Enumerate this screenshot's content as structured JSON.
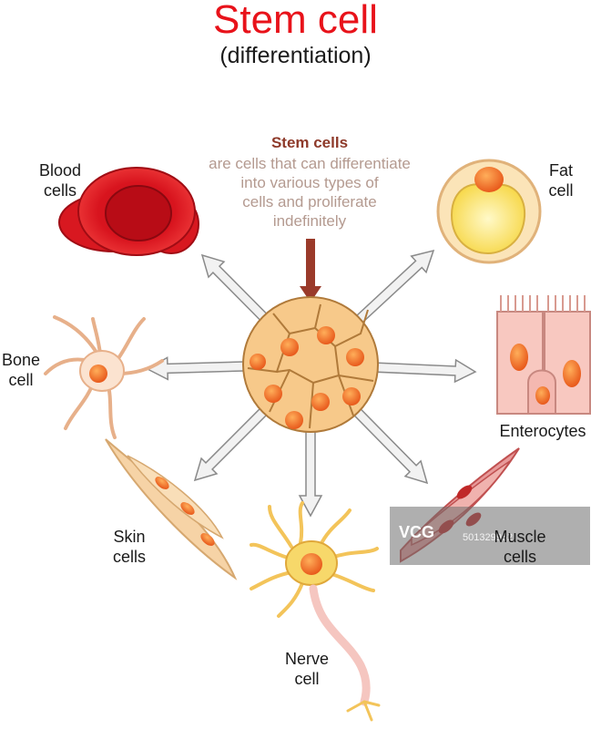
{
  "title": "Stem cell",
  "subtitle": "(differentiation)",
  "definition": {
    "heading": "Stem cells",
    "lines": [
      "are cells that can differentiate",
      "into various types of",
      "cells and proliferate",
      "indefinitely"
    ]
  },
  "cells": {
    "blood": [
      "Blood",
      "cells"
    ],
    "fat": [
      "Fat",
      "cell"
    ],
    "bone": [
      "Bone",
      "cell"
    ],
    "enterocytes": [
      "Enterocytes"
    ],
    "skin": [
      "Skin",
      "cells"
    ],
    "nerve": [
      "Nerve",
      "cell"
    ],
    "muscle": [
      "Muscle",
      "cells"
    ]
  },
  "watermark": {
    "logo": "VCG",
    "id": "501329952"
  },
  "colors": {
    "title": "#e8121a",
    "definition_heading": "#8e3a2a",
    "definition_body": "#b49a90",
    "arrow_fill": "#f2f2f2",
    "arrow_stroke": "#8a8a8a",
    "stem_cell_body": "#f7c98a",
    "nucleus": "#f07028"
  }
}
